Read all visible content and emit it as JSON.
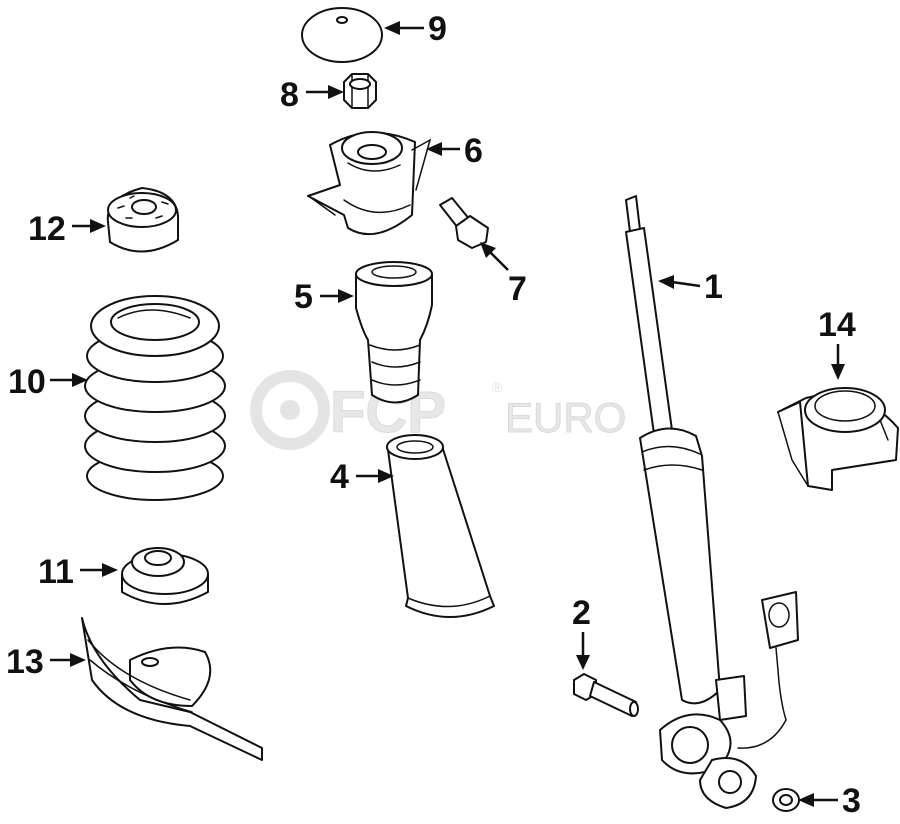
{
  "diagram": {
    "watermark": {
      "brand": "FCP",
      "suffix": "EURO",
      "registered": "®"
    },
    "callouts": [
      {
        "id": "1",
        "label": "1"
      },
      {
        "id": "2",
        "label": "2"
      },
      {
        "id": "3",
        "label": "3"
      },
      {
        "id": "4",
        "label": "4"
      },
      {
        "id": "5",
        "label": "5"
      },
      {
        "id": "6",
        "label": "6"
      },
      {
        "id": "7",
        "label": "7"
      },
      {
        "id": "8",
        "label": "8"
      },
      {
        "id": "9",
        "label": "9"
      },
      {
        "id": "10",
        "label": "10"
      },
      {
        "id": "11",
        "label": "11"
      },
      {
        "id": "12",
        "label": "12"
      },
      {
        "id": "13",
        "label": "13"
      },
      {
        "id": "14",
        "label": "14"
      }
    ],
    "colors": {
      "line": "#111111",
      "background": "#ffffff",
      "watermark": "#d9d9d9"
    }
  }
}
